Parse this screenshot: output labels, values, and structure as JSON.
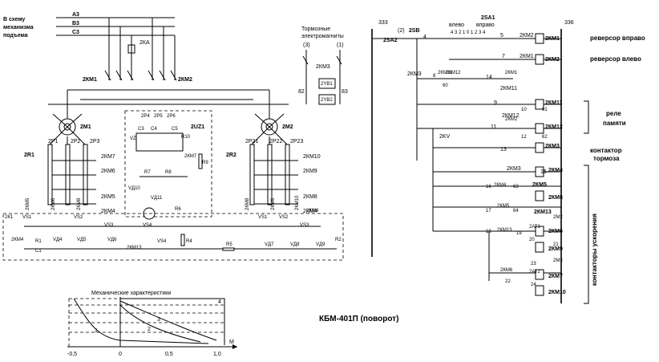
{
  "power": {
    "to_hoist_line1": "В схему",
    "to_hoist_line2": "механизма",
    "to_hoist_line3": "подъема",
    "phases": [
      "А3",
      "В3",
      "С3"
    ],
    "kam": "2КА",
    "km1": "2КМ1",
    "km2": "2КМ2",
    "motor1": "2М1",
    "motor2": "2М2",
    "r1": "2R1",
    "r2": "2R2",
    "res1_taps": [
      "2Р1",
      "2Р2",
      "2Р3"
    ],
    "res2_taps": [
      "2Р21",
      "2Р22",
      "2Р23"
    ],
    "left_contactors": [
      "2КМ7",
      "2КМ6",
      "2КМ5",
      "2КМ4"
    ],
    "right_contactors": [
      "2КМ10",
      "2КМ9",
      "2КМ8",
      "2КМ4"
    ],
    "left_vert": [
      "2КМ5",
      "2КМ6",
      "2КМ8"
    ],
    "right_vert": [
      "2КМ8",
      "2КМ9",
      "2КМ10"
    ],
    "center_label": "2UZ1",
    "center_pins": [
      "2Р4",
      "2Р5",
      "2Р6"
    ],
    "center_caps": [
      "С3",
      "С4",
      "С5"
    ],
    "center_parts": [
      "VZ",
      "R10",
      "2КМ7",
      "R9",
      "R7",
      "R8",
      "VД10",
      "VД11",
      "R6",
      "VS4",
      "R4",
      "R5",
      "2КМ13"
    ],
    "bottom_left": [
      "2К1",
      "2КМ4",
      "VS1",
      "R1",
      "С1",
      "VД4",
      "VД5",
      "VS2",
      "VS3",
      "VД6"
    ],
    "bottom_right": [
      "VS1",
      "VS2",
      "VS3",
      "VД7",
      "VД8",
      "VД9",
      "R2",
      "2КМ4"
    ]
  },
  "brakes": {
    "title_line1": "Тормозные",
    "title_line2": "электромагниты",
    "left_num": "(3)",
    "right_num": "(1)",
    "contact": "2КМ3",
    "coil1": "2YB1",
    "coil2": "2YB2",
    "node_left": "82",
    "node_right": "83"
  },
  "control": {
    "node_left": "333",
    "node_right": "336",
    "sa1": "2SA1",
    "sa1_left": "влево",
    "sa1_right": "вправо",
    "sa1_digits": "4 3 2 1 0 1 2 3 4",
    "sa2": "2SA2",
    "sb": "2SB",
    "sb_num": "(2)",
    "sa2_num": "(2)",
    "wire4": "4",
    "rows": [
      {
        "num": "5",
        "contact": "2КМ2",
        "coil": "2КМ1",
        "label": "реверсор вправо"
      },
      {
        "num": "7",
        "contact": "2КМ1",
        "coil": "2КМ2",
        "label": "реверсор влево"
      },
      {
        "num": "14",
        "contact": "2КМ3",
        "coil": "",
        "label": ""
      },
      {
        "num": "9",
        "contact": "2КМ11",
        "coil": "2КМ11",
        "label": ""
      },
      {
        "num": "11",
        "contact": "2КМ12",
        "coil": "2КМ12",
        "label": ""
      },
      {
        "num": "13",
        "contact": "2KV",
        "coil": "2КМ3",
        "label": ""
      },
      {
        "num": "15",
        "contact": "2КМ3",
        "coil": "2КМ4",
        "label": ""
      }
    ],
    "extra_labels": [
      "2КМ11",
      "2КМ12",
      "2КМ1",
      "2КМ2",
      "8",
      "60",
      "10",
      "61",
      "12",
      "62",
      "2КМ4",
      "2КМ5",
      "16",
      "63",
      "2КМ8",
      "2КМ5",
      "17",
      "64",
      "2КМ13",
      "2М2",
      "18",
      "2КМ13",
      "19",
      "2АТ1",
      "20",
      "2КМ6",
      "21",
      "2КМ9",
      "2М3",
      "2КМ6",
      "22",
      "2АТ2",
      "23",
      "24",
      "2КМ7",
      "2КМ10"
    ],
    "memory_line1": "реле",
    "memory_line2": "памяти",
    "brake_contactor_line1": "контактор",
    "brake_contactor_line2": "тормоза",
    "accel_contactors": "контакторы ускорения"
  },
  "characteristics": {
    "title": "Механические характеристики",
    "x_ticks": [
      "-0,5",
      "0",
      "0,5",
      "1,0"
    ],
    "x_label": "М",
    "curve_labels": [
      "1",
      "2",
      "3",
      "4"
    ]
  },
  "caption": "КБМ-401П  (поворот)"
}
